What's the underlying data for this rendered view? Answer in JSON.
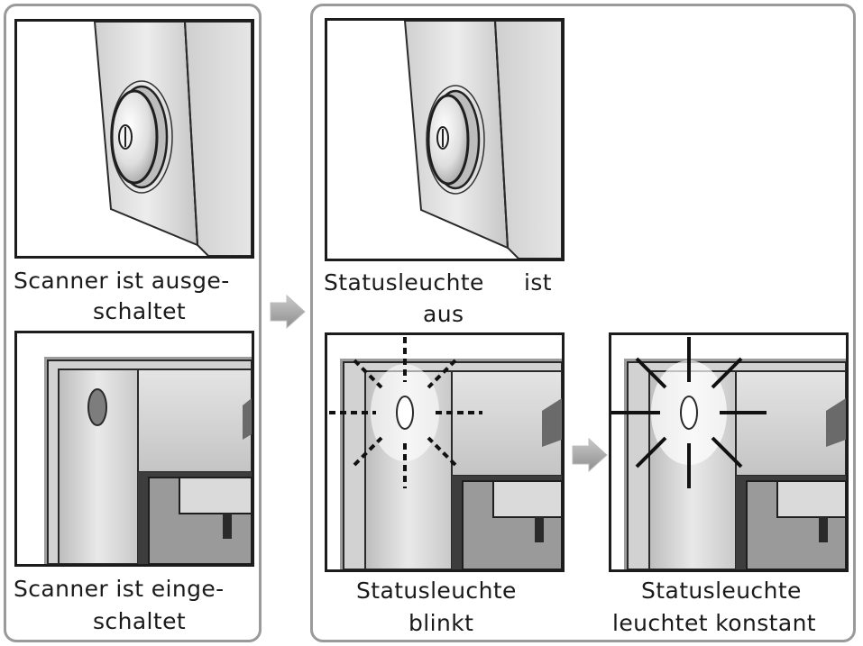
{
  "captions": {
    "off_line1": "Scanner ist ausge-",
    "off_line2": "schaltet",
    "on_line1": "Scanner ist einge-",
    "on_line2": "schaltet",
    "status_off_word1": "Statusleuchte",
    "status_off_word2": "ist",
    "status_off_line2": "aus",
    "blink_line1": "Statusleuchte",
    "blink_line2": "blinkt",
    "steady_line1": "Statusleuchte",
    "steady_line2": "leuchtet konstant"
  },
  "icons": {
    "power_button": "power-button-icon",
    "status_light": "status-light-icon",
    "flow_arrow": "flow-arrow-icon"
  },
  "colors": {
    "panel_border": "#9a9a9a",
    "frame_border": "#1c1c1c",
    "arrow_fill": "#a8a8a8"
  }
}
